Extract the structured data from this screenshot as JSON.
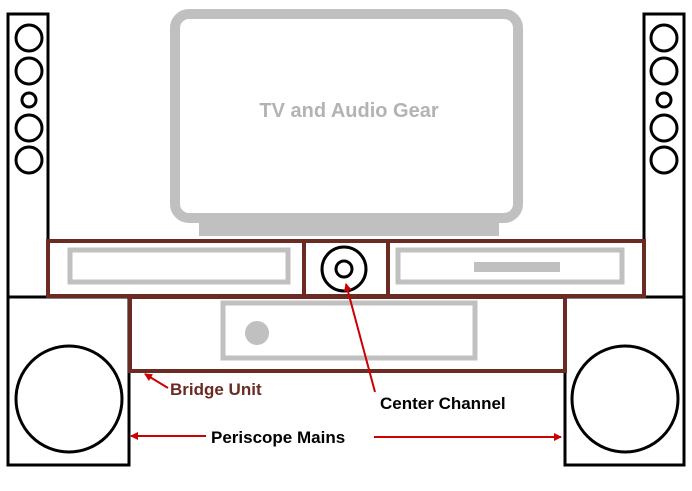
{
  "labels": {
    "tv": "TV and Audio Gear",
    "bridge": "Bridge Unit",
    "center": "Center Channel",
    "mains": "Periscope Mains"
  },
  "colors": {
    "stroke_black": "#000000",
    "gear_gray": "#c0c0c0",
    "brown": "#6b2a22",
    "arrow_red": "#cc0000",
    "tv_text": "#b3b3b3"
  }
}
